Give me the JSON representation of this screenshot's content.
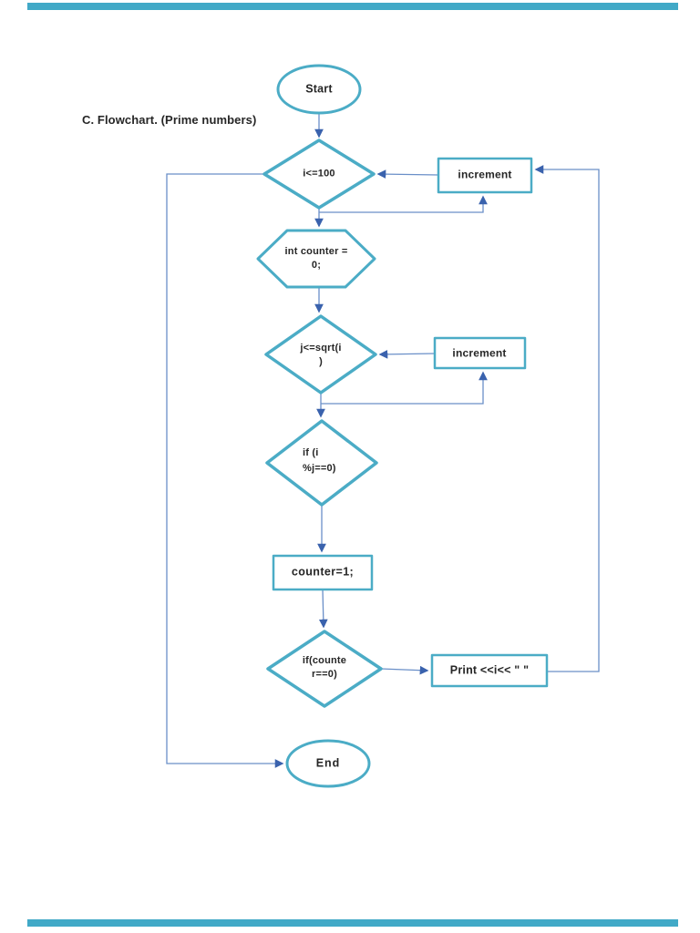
{
  "page": {
    "title": "C. Flowchart. (Prime numbers)"
  },
  "colors": {
    "shape_stroke": "#4BACC6",
    "connector": "#6A8FC8",
    "arrowhead": "#3A62AD",
    "text": "#262626",
    "page_rule": "#41A9C7",
    "shape_fill": "#FFFFFF"
  },
  "nodes": {
    "start": {
      "label": "Start"
    },
    "cond_i": {
      "label": "i<=100"
    },
    "increment_i": {
      "label": "increment"
    },
    "init_counter": {
      "line1": "int counter =",
      "line2": "0;"
    },
    "cond_j": {
      "line1": "j<=sqrt(i",
      "line2": ")"
    },
    "increment_j": {
      "label": "increment"
    },
    "cond_mod": {
      "line1": "if (i",
      "line2": "%j==0)"
    },
    "set_counter": {
      "label": "counter=1;"
    },
    "cond_counter": {
      "line1": "if(counte",
      "line2": "r==0)"
    },
    "print": {
      "label": "Print <<i<< \" \""
    },
    "end": {
      "label": "End"
    }
  }
}
